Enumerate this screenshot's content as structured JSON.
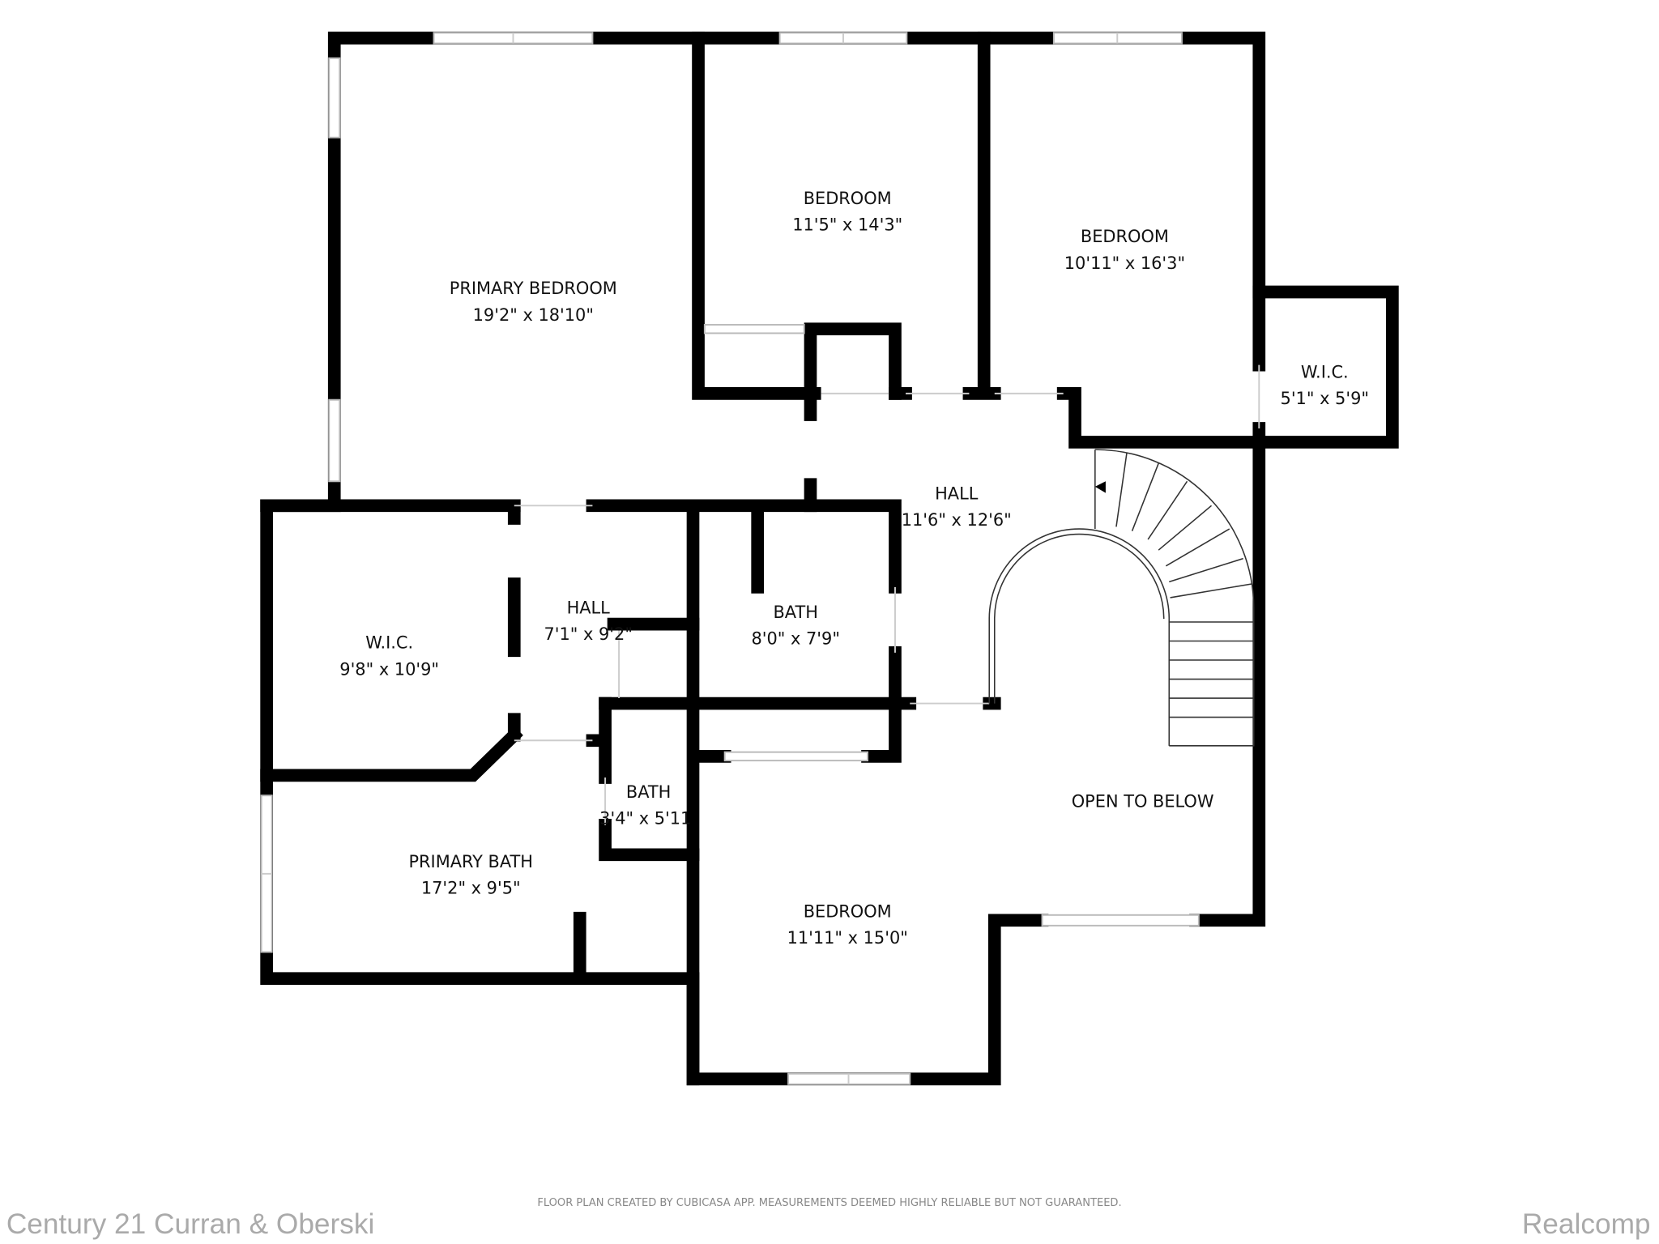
{
  "rooms": {
    "primary_bedroom": {
      "name": "PRIMARY BEDROOM",
      "dims": "19'2\" x 18'10\""
    },
    "bedroom_1": {
      "name": "BEDROOM",
      "dims": "11'5\" x 14'3\""
    },
    "bedroom_2": {
      "name": "BEDROOM",
      "dims": "10'11\" x 16'3\""
    },
    "wic_small": {
      "name": "W.I.C.",
      "dims": "5'1\" x 5'9\""
    },
    "hall_main": {
      "name": "HALL",
      "dims": "11'6\" x 12'6\""
    },
    "wic_primary": {
      "name": "W.I.C.",
      "dims": "9'8\" x 10'9\""
    },
    "hall_small": {
      "name": "HALL",
      "dims": "7'1\" x 9'2\""
    },
    "bath_1": {
      "name": "BATH",
      "dims": "8'0\" x 7'9\""
    },
    "bath_2": {
      "name": "BATH",
      "dims": "3'4\" x 5'11"
    },
    "primary_bath": {
      "name": "PRIMARY BATH",
      "dims": "17'2\" x 9'5\""
    },
    "bedroom_3": {
      "name": "BEDROOM",
      "dims": "11'11\" x 15'0\""
    },
    "open_to_below": {
      "name": "OPEN TO BELOW"
    }
  },
  "footer": {
    "disclaimer": "FLOOR PLAN CREATED BY CUBICASA APP. MEASUREMENTS DEEMED HIGHLY RELIABLE BUT NOT GUARANTEED.",
    "agency": "Century 21 Curran & Oberski",
    "watermark": "Realcomp"
  }
}
